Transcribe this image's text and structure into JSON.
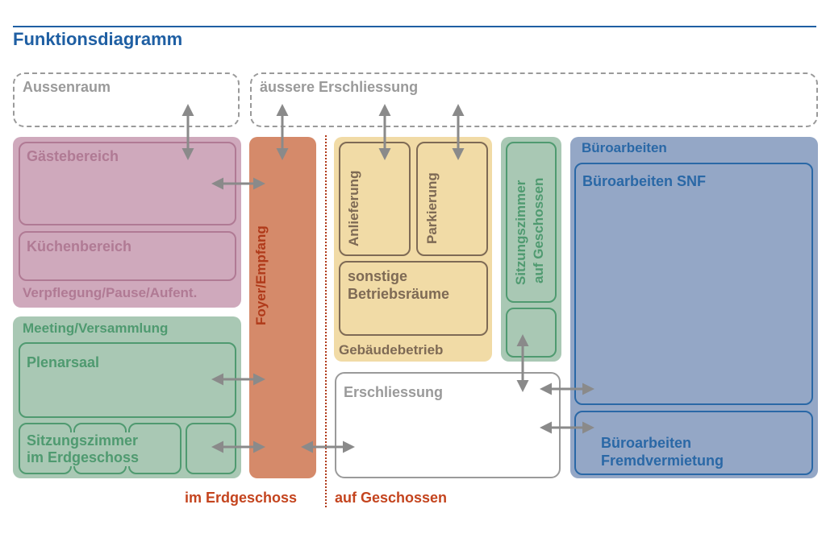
{
  "title": "Funktionsdiagramm",
  "colors": {
    "title_blue": "#1f5fa3",
    "verpflegung": "#cfa9bc",
    "verpflegung_text": "#b07a94",
    "meeting": "#a9c8b4",
    "meeting_text": "#4f9a70",
    "foyer": "#d58a6a",
    "foyer_text": "#b03a1a",
    "gebaeude": "#f1dba6",
    "gebaeude_text": "#7e6a55",
    "sitzung_og": "#a9c8b4",
    "buero": "#94a7c6",
    "buero_text": "#2a68a6",
    "dashed": "#9a9a9a",
    "arrow": "#8a8a8a",
    "floor_label": "#c4441e"
  },
  "zones": {
    "aussenraum": "Aussenraum",
    "aeussere_erschliessung": "äussere Erschliessung",
    "gaestebereich": "Gästebereich",
    "kuechenbereich": "Küchenbereich",
    "verpflegung": "Verpflegung/Pause/Aufent.",
    "meeting": "Meeting/Versammlung",
    "plenarsaal": "Plenarsaal",
    "sitzungszimmer_eg_line1": "Sitzungszimmer",
    "sitzungszimmer_eg_line2": "im Erdgeschoss",
    "foyer": "Foyer/Empfang",
    "anlieferung": "Anlieferung",
    "parkierung": "Parkierung",
    "betriebsraeume_line1": "sonstige",
    "betriebsraeume_line2": "Betriebsräume",
    "gebaeudebetrieb": "Gebäudebetrieb",
    "sitzungszimmer_og_line1": "Sitzungszimmer",
    "sitzungszimmer_og_line2": "auf Geschossen",
    "erschliessung": "Erschliessung",
    "bueroarbeiten": "Büroarbeiten",
    "bueroarbeiten_snf": "Büroarbeiten SNF",
    "fremdvermietung_line1": "Büroarbeiten",
    "fremdvermietung_line2": "Fremdvermietung"
  },
  "floors": {
    "erdgeschoss": "im Erdgeschoss",
    "geschosse": "auf Geschossen"
  }
}
